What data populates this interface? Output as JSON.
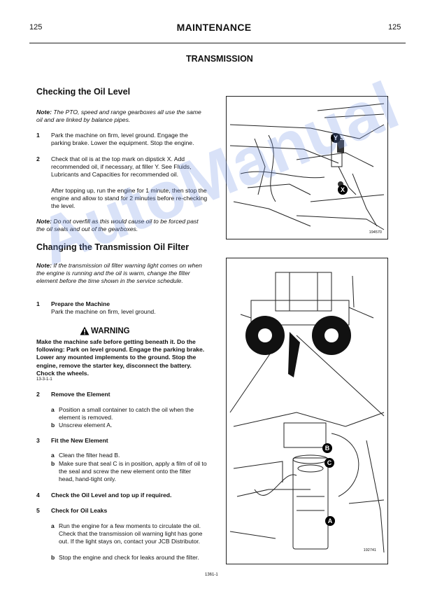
{
  "header": {
    "page_left": "125",
    "title": "MAINTENANCE",
    "page_right": "125"
  },
  "section_title": "TRANSMISSION",
  "checking": {
    "heading": "Checking the Oil Level",
    "note_label": "Note:",
    "note_text": "The PTO, speed and range gearboxes all use the same oil and are linked by balance pipes.",
    "steps": [
      {
        "num": "1",
        "text": "Park the machine on firm, level ground. Engage the parking brake. Lower the equipment. Stop the engine."
      },
      {
        "num": "2",
        "text": "Check that oil is at the top mark on dipstick X. Add recommended oil, if necessary, at filler Y. See Fluids, Lubricants and Capacities for recommended oil."
      }
    ],
    "after_text": "After topping up, run the engine for 1 minute, then stop the engine and allow to stand for 2 minutes before re-checking the level.",
    "note2_label": "Note:",
    "note2_text": "Do not overfill as this would cause oil to be forced past the oil seals and out of the gearboxes."
  },
  "changing": {
    "heading": "Changing the Transmission Oil Filter",
    "note_label": "Note:",
    "note_text": "If the transmission oil filter warning light comes on when the engine is running and the oil is warm, change the filter element before the time shown in the service schedule.",
    "step1_num": "1",
    "step1_title": "Prepare the Machine",
    "step1_text": "Park the machine on firm, level ground.",
    "warning_title": "WARNING",
    "warning_text": "Make the machine safe before getting beneath it. Do the following: Park on level ground. Engage the parking brake. Lower any mounted implements to the ground. Stop the engine, remove the starter key, disconnect the battery. Chock the wheels.",
    "warning_code": "13-3-1-1",
    "step2_num": "2",
    "step2_title": "Remove the Element",
    "step2_a": "Position a small container to catch the oil when the element is removed.",
    "step2_b": "Unscrew element A.",
    "step3_num": "3",
    "step3_title": "Fit the New Element",
    "step3_a": "Clean the filter head B.",
    "step3_b": "Make sure that seal C is in position, apply a film of oil to the seal and screw the new element onto the filter head, hand-tight only.",
    "step4_num": "4",
    "step4_title": "Check the Oil Level and top up if required.",
    "step5_num": "5",
    "step5_title": "Check for Oil Leaks",
    "step5_a": "Run the engine for a few moments to circulate the oil. Check that the transmission oil warning light has gone out. If the light stays on, contact your JCB Distributor.",
    "step5_b": "Stop the engine and check for leaks around the filter."
  },
  "figures": {
    "fig1_id": "194570",
    "fig1_labels": [
      "Y",
      "X"
    ],
    "fig2_id": "192741",
    "fig2_labels": [
      "B",
      "C",
      "A"
    ]
  },
  "list_letters": {
    "a": "a",
    "b": "b"
  },
  "footer": "1361-1",
  "watermark": "AutoManual"
}
